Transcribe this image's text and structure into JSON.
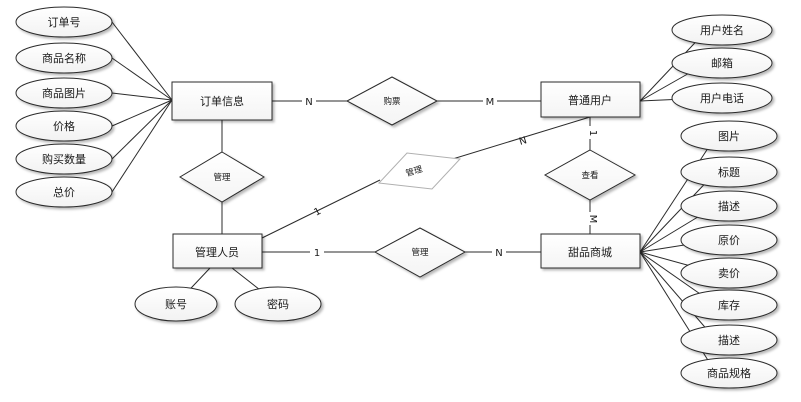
{
  "entities": {
    "order_info": "订单信息",
    "user": "普通用户",
    "admin": "管理人员",
    "dessert_mall": "甜品商城"
  },
  "relationships": {
    "purchase": "购票",
    "manage_order": "管理",
    "manage_user": "管理",
    "manage_mall": "管理",
    "view": "查看"
  },
  "cardinalities": {
    "purchase_order": "N",
    "purchase_user": "M",
    "manage_user_user": "N",
    "manage_user_admin": "1",
    "manage_mall_admin": "1",
    "manage_mall_mall": "N",
    "view_user": "1",
    "view_mall": "M"
  },
  "attributes": {
    "order": [
      "订单号",
      "商品名称",
      "商品图片",
      "价格",
      "购买数量",
      "总价"
    ],
    "user": [
      "用户姓名",
      "邮箱",
      "用户电话"
    ],
    "admin": [
      "账号",
      "密码"
    ],
    "mall": [
      "图片",
      "标题",
      "描述",
      "原价",
      "卖价",
      "库存",
      "描述",
      "商品规格"
    ]
  }
}
